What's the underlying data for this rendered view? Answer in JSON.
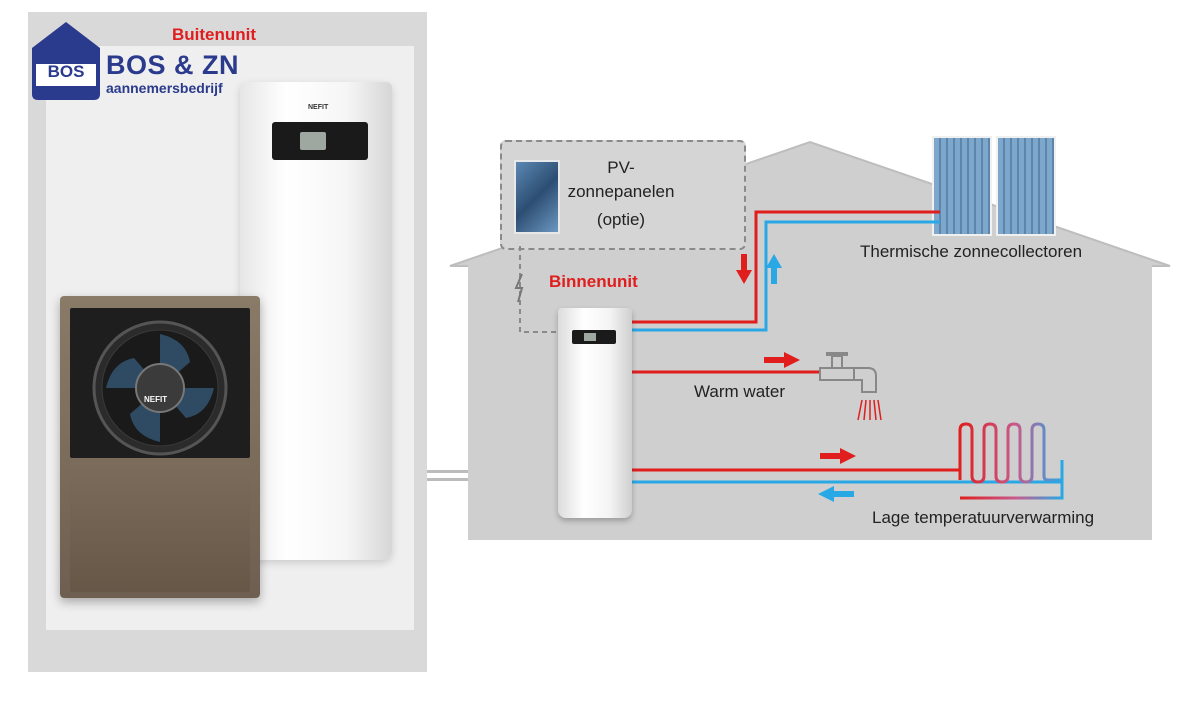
{
  "logo": {
    "badge_text": "BOS",
    "company": "BOS & ZN",
    "subtitle": "aannemersbedrijf"
  },
  "outdoor_unit": {
    "label": "Buitenunit",
    "brand": "NEFIT"
  },
  "indoor_unit": {
    "label": "Binnenunit",
    "brand": "NEFIT"
  },
  "pv_panels": {
    "line1": "PV-",
    "line2": "zonnepanelen",
    "line3": "(optie)"
  },
  "solar_collectors": {
    "label": "Thermische zonnecollectoren"
  },
  "warm_water": {
    "label": "Warm water"
  },
  "heating": {
    "label": "Lage temperatuurverwarming"
  },
  "colors": {
    "hot_pipe": "#e01e1e",
    "cold_pipe": "#29a8e6",
    "house": "#cfcfcf",
    "panel_bg": "#d9d9d9",
    "logo_blue": "#2a3a8c",
    "label_red": "#e01e1e"
  }
}
